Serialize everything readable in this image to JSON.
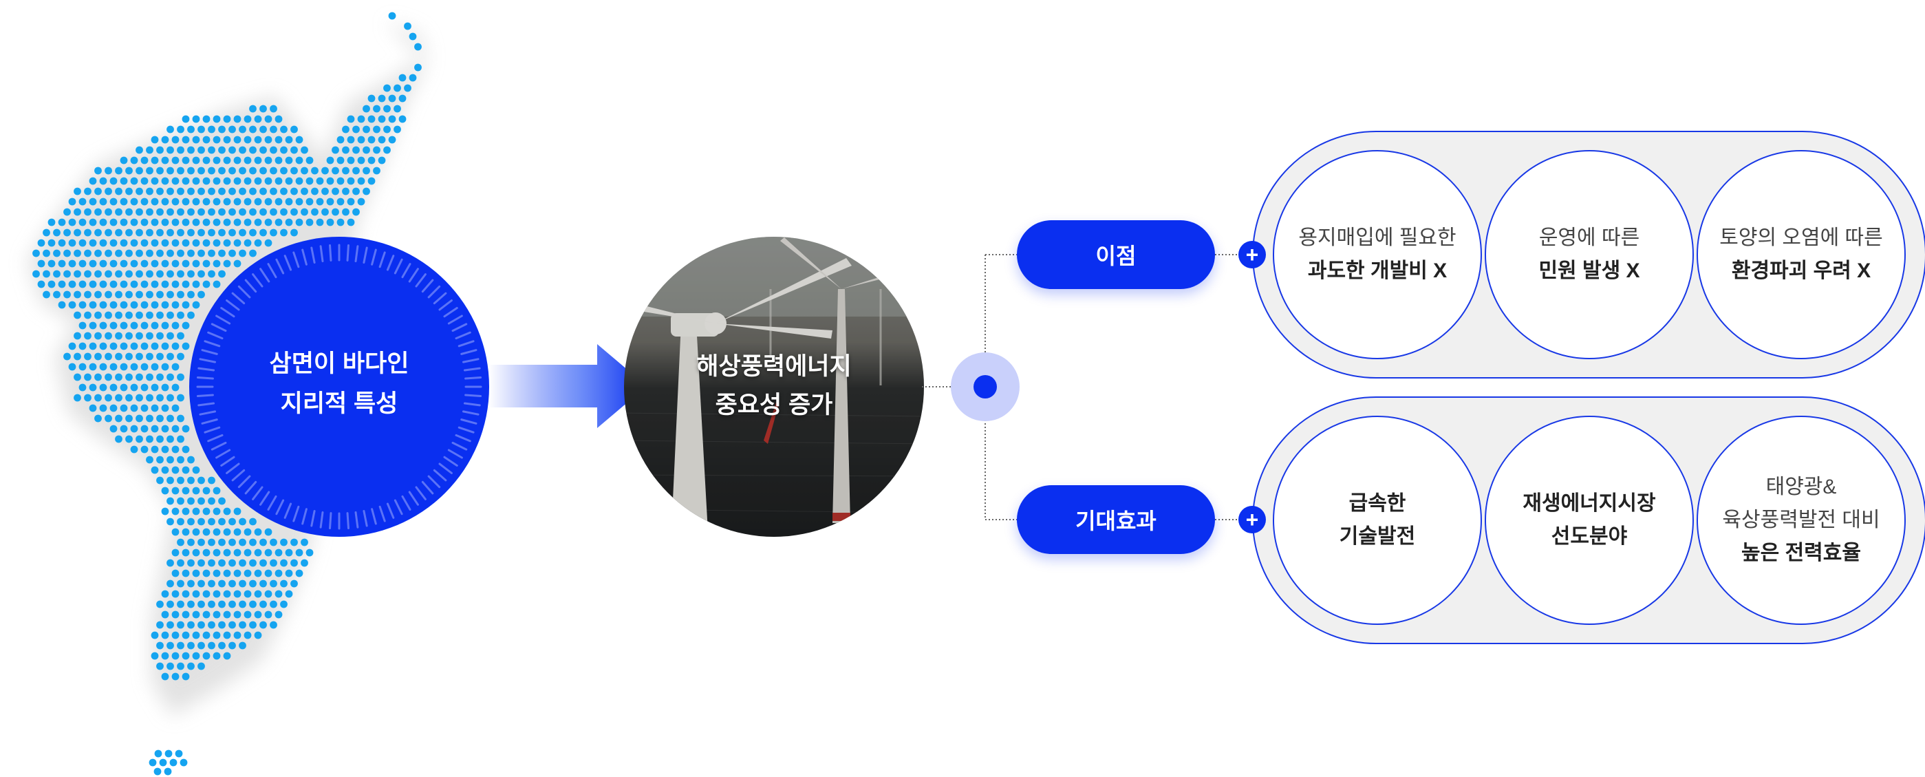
{
  "source": {
    "line1": "삼면이 바다인",
    "line2": "지리적 특성"
  },
  "center": {
    "line1": "해상풍력에너지",
    "line2": "중요성 증가"
  },
  "advantages": {
    "label": "이점",
    "plus": "+",
    "items": [
      {
        "regular": [
          "용지매입에 필요한"
        ],
        "bold": [
          "과도한 개발비 X"
        ]
      },
      {
        "regular": [
          "운영에 따른"
        ],
        "bold": [
          "민원 발생 X"
        ]
      },
      {
        "regular": [
          "토양의 오염에 따른"
        ],
        "bold": [
          "환경파괴 우려 X"
        ]
      }
    ]
  },
  "effects": {
    "label": "기대효과",
    "plus": "+",
    "items": [
      {
        "regular": [],
        "bold": [
          "급속한",
          "기술발전"
        ]
      },
      {
        "regular": [],
        "bold": [
          "재생에너지시장",
          "선도분야"
        ]
      },
      {
        "regular": [
          "태양광&",
          "육상풍력발전 대비"
        ],
        "bold": [
          "높은 전력효율"
        ]
      }
    ]
  },
  "colors": {
    "primary": "#0a2ff0",
    "dot_blue": "#15a4f0",
    "capsule_bg": "#f0f0f0",
    "capsule_border": "#1838e6",
    "node_halo": "#c9d0fb"
  }
}
